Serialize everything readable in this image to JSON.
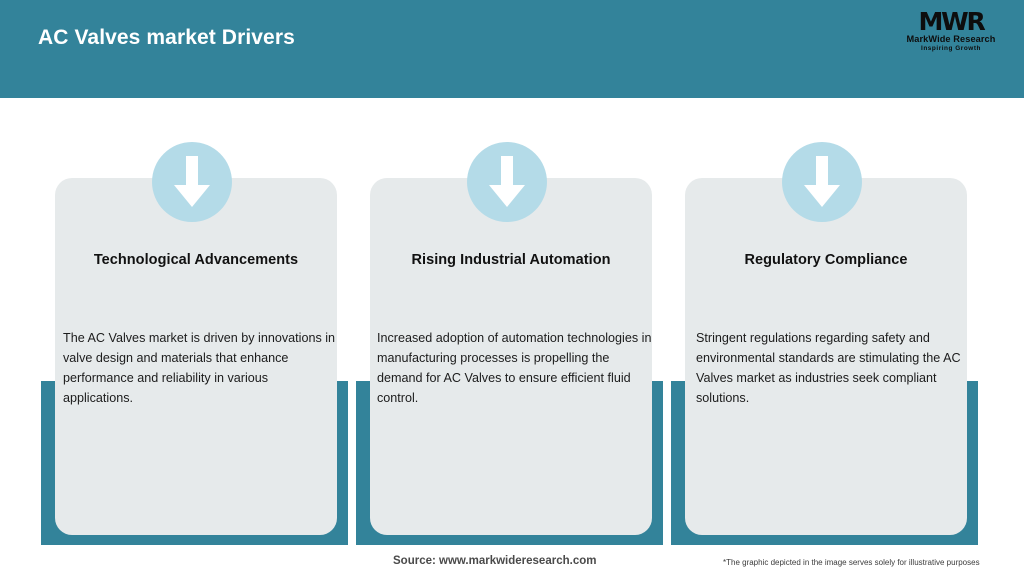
{
  "header": {
    "title": "AC Valves market Drivers",
    "background_color": "#33839a",
    "title_color": "#ffffff"
  },
  "logo": {
    "mark": "MWR",
    "company": "MarkWide Research",
    "tagline": "Inspiring Growth"
  },
  "theme": {
    "accent_teal": "#33839a",
    "card_grey": "#e6eaeb",
    "icon_circle_blue": "#b4dbe8",
    "arrow_white": "#ffffff",
    "body_text": "#1c1c1c",
    "title_text": "#111111"
  },
  "cards": [
    {
      "icon": "arrow-down-icon",
      "title": "Technological Advancements",
      "body": "The AC Valves market is driven by innovations in valve design and materials that enhance performance and reliability in various applications."
    },
    {
      "icon": "arrow-down-icon",
      "title": "Rising Industrial Automation",
      "body": "Increased adoption of automation technologies in manufacturing processes is propelling the demand for AC Valves to ensure efficient fluid control."
    },
    {
      "icon": "arrow-down-icon",
      "title": "Regulatory Compliance",
      "body": "Stringent regulations regarding safety and environmental standards are stimulating the AC Valves market as industries seek compliant solutions."
    }
  ],
  "footer": {
    "source": "Source: www.markwideresearch.com",
    "disclaimer": "*The graphic depicted in the image serves solely for illustrative purposes"
  }
}
